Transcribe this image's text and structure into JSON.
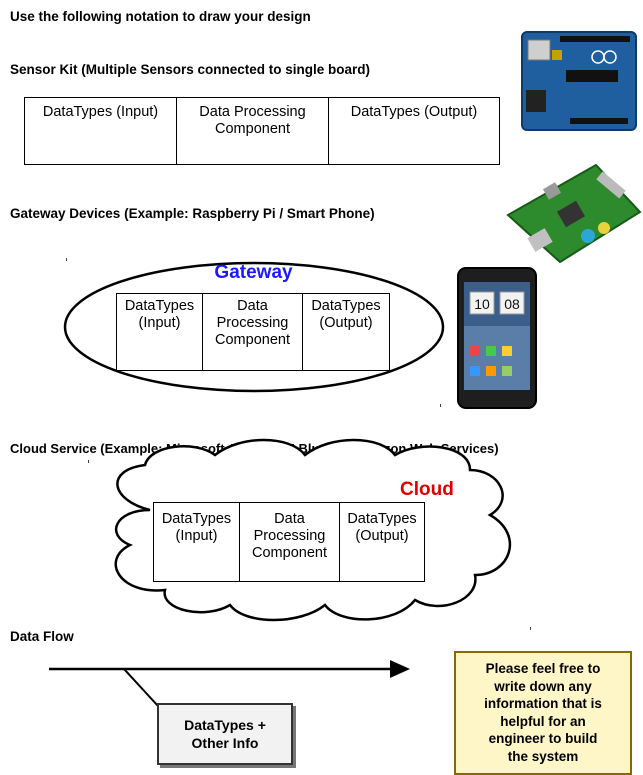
{
  "intro": "Use the following notation to draw your design",
  "sensor_kit": {
    "heading": "Sensor Kit (Multiple Sensors connected to single board)",
    "cells": [
      "DataTypes (Input)",
      "Data Processing\nComponent",
      "DataTypes (Output)"
    ]
  },
  "gateway": {
    "heading": "Gateway Devices (Example: Raspberry Pi / Smart Phone)",
    "title": "Gateway",
    "title_color": "#1a1aff",
    "cells": [
      "DataTypes\n(Input)",
      "Data\nProcessing\nComponent",
      "DataTypes\n(Output)"
    ]
  },
  "phone": {
    "time_hours": "10",
    "time_minutes": "08"
  },
  "cloud": {
    "heading": "Cloud Service (Example: Microsoft Azure, IBM Bluemix, Amazon Web Services)",
    "title": "Cloud",
    "title_color": "#e00000",
    "cells": [
      "DataTypes\n(Input)",
      "Data\nProcessing\nComponent",
      "DataTypes\n(Output)"
    ]
  },
  "data_flow": {
    "heading": "Data Flow",
    "box_label": "DataTypes +\nOther Info"
  },
  "note": {
    "text": "Please feel free to\nwrite down any\ninformation that is\nhelpful for an\nengineer to build\nthe system",
    "background": "#fff6c8",
    "border": "#8a6a00"
  },
  "icons": [
    "arduino-board-icon",
    "raspberry-pi-board-icon",
    "smartphone-icon"
  ]
}
